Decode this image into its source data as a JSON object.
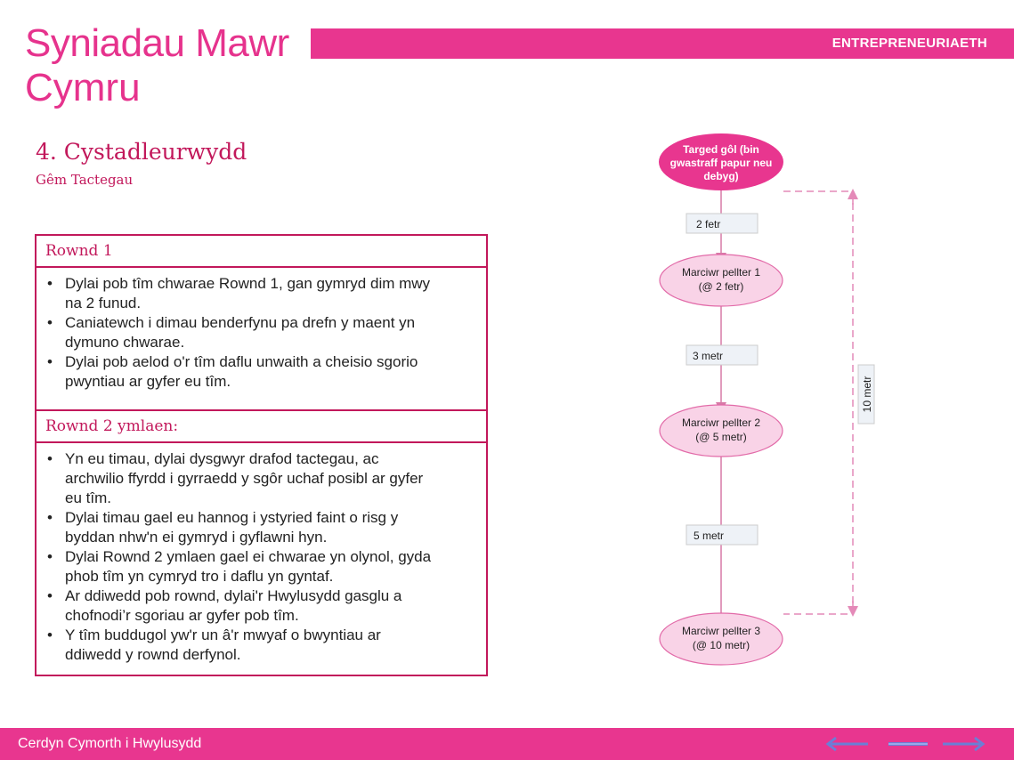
{
  "brand": {
    "line1": "Syniadau Mawr",
    "line2": "Cymru"
  },
  "header": {
    "label": "ENTREPRENEURIAETH"
  },
  "section": {
    "title": "4. Cystadleurwydd",
    "subtitle": "Gêm Tactegau"
  },
  "round1": {
    "heading": "Rownd 1",
    "items": [
      {
        "line1": "Dylai pob tîm chwarae Rownd 1, gan gymryd dim mwy",
        "line2": "na 2 funud."
      },
      {
        "line1": "Caniatewch i dimau benderfynu pa drefn y maent yn",
        "line2": "dymuno chwarae."
      },
      {
        "line1": "Dylai pob aelod o'r tîm daflu unwaith a cheisio sgorio",
        "line2": "pwyntiau ar gyfer eu tîm."
      }
    ]
  },
  "round2": {
    "heading": "Rownd 2 ymlaen:",
    "items": [
      {
        "line1": "Yn eu timau, dylai dysgwyr drafod tactegau, ac",
        "line2": "archwilio ffyrdd i gyrraedd y sgôr uchaf posibl ar gyfer",
        "line3": "eu tîm."
      },
      {
        "line1": "Dylai timau gael eu hannog i ystyried faint o risg y",
        "line2": "byddan nhw'n ei gymryd i gyflawni hyn."
      },
      {
        "line1": "Dylai Rownd 2 ymlaen gael ei chwarae yn olynol, gyda",
        "line2": "phob tîm yn cymryd tro i daflu yn gyntaf."
      },
      {
        "line1": "Ar ddiwedd pob rownd, dylai'r Hwylusydd gasglu a",
        "line2": "chofnodi’r sgoriau ar gyfer pob tîm."
      },
      {
        "line1": "Y tîm buddugol yw'r un â'r mwyaf o bwyntiau ar",
        "line2": "ddiwedd y rownd derfynol."
      }
    ]
  },
  "diagram": {
    "target": {
      "line1": "Targed gôl (bin",
      "line2": "gwastraff papur neu",
      "line3": "debyg)"
    },
    "marker1": {
      "line1": "Marciwr pellter 1",
      "line2": "(@ 2 fetr)"
    },
    "marker2": {
      "line1": "Marciwr pellter 2",
      "line2": "(@ 5 metr)"
    },
    "marker3": {
      "line1": "Marciwr pellter 3",
      "line2": "(@ 10 metr)"
    },
    "dist1": "2 fetr",
    "dist2": "3 metr",
    "dist3": "5 metr",
    "total": "10 metr",
    "colors": {
      "target_fill": "#e8368f",
      "marker_fill": "#f9d3e7",
      "marker_stroke": "#e26aa8",
      "line": "#d77aa7",
      "dashed": "#e48ab8"
    }
  },
  "footer": {
    "text": "Cerdyn Cymorth i Hwylusydd"
  },
  "nav": {
    "back_icon": "arrow-left-icon",
    "home_icon": "line-icon",
    "next_icon": "arrow-right-icon",
    "arrow_color": "#6b7fd6"
  }
}
